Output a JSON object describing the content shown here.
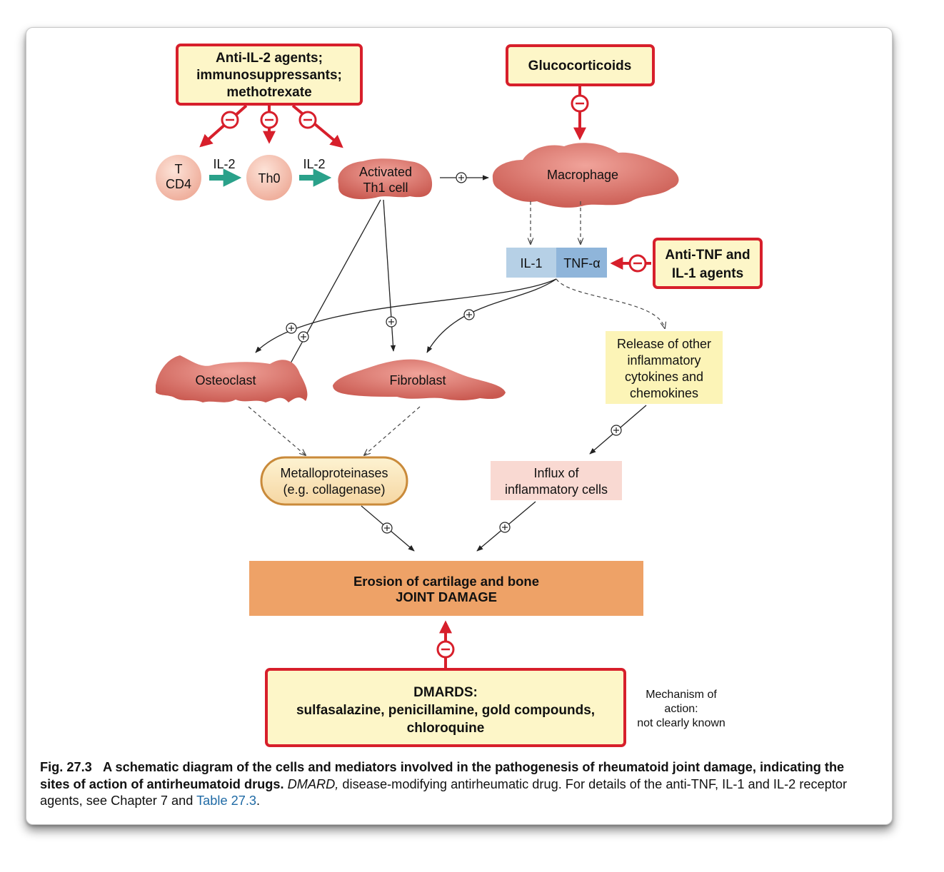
{
  "drug_boxes": {
    "anti_il2": [
      "Anti-IL-2 agents;",
      "immunosuppressants;",
      "methotrexate"
    ],
    "glucocorticoids": "Glucocorticoids",
    "anti_tnf": [
      "Anti-TNF and",
      "IL-1 agents"
    ],
    "dmards": [
      "DMARDS:",
      "sulfasalazine, penicillamine, gold compounds,",
      "chloroquine"
    ]
  },
  "cells": {
    "tcd4": [
      "T",
      "CD4"
    ],
    "th0": "Th0",
    "activated_th1": [
      "Activated",
      "Th1 cell"
    ],
    "macrophage": "Macrophage",
    "osteoclast": "Osteoclast",
    "fibroblast": "Fibroblast"
  },
  "mediators": {
    "il2_label": "IL-2",
    "il1": "IL-1",
    "tnf": "TNF-α",
    "release": [
      "Release of other",
      "inflammatory",
      "cytokines and",
      "chemokines"
    ],
    "metalloproteinases": [
      "Metalloproteinases",
      "(e.g. collagenase)"
    ],
    "influx": [
      "Influx of",
      "inflammatory cells"
    ]
  },
  "outcome": [
    "Erosion of cartilage and bone",
    "JOINT DAMAGE"
  ],
  "mechanism_note": [
    "Mechanism of",
    "action:",
    "not clearly known"
  ],
  "symbols": {
    "stimulate": "+",
    "inhibit": "−"
  },
  "caption": {
    "fig": "Fig. 27.3",
    "bold_text": "A schematic diagram of the cells and mediators involved in the pathogenesis of rheumatoid joint damage, indicating the sites of action of antirheumatoid drugs.",
    "abbr": "DMARD,",
    "rest": " disease-modifying antirheumatic drug. For details of the anti-TNF, IL-1 and IL-2 receptor agents, see Chapter 7 and ",
    "link": "Table 27.3",
    "end": "."
  },
  "colors": {
    "drug_border": "#d71f2b",
    "drug_fill": "#fdf6c8",
    "cell_fill": "#d9736b",
    "round_cell_fill": "#f6c6b6",
    "il1_fill": "#b6d0e6",
    "tnf_fill": "#8fb5da",
    "release_fill": "#fcf4b7",
    "influx_fill": "#f9d9d2",
    "outcome_fill": "#eea267",
    "teal_arrow": "#2aa18a"
  }
}
